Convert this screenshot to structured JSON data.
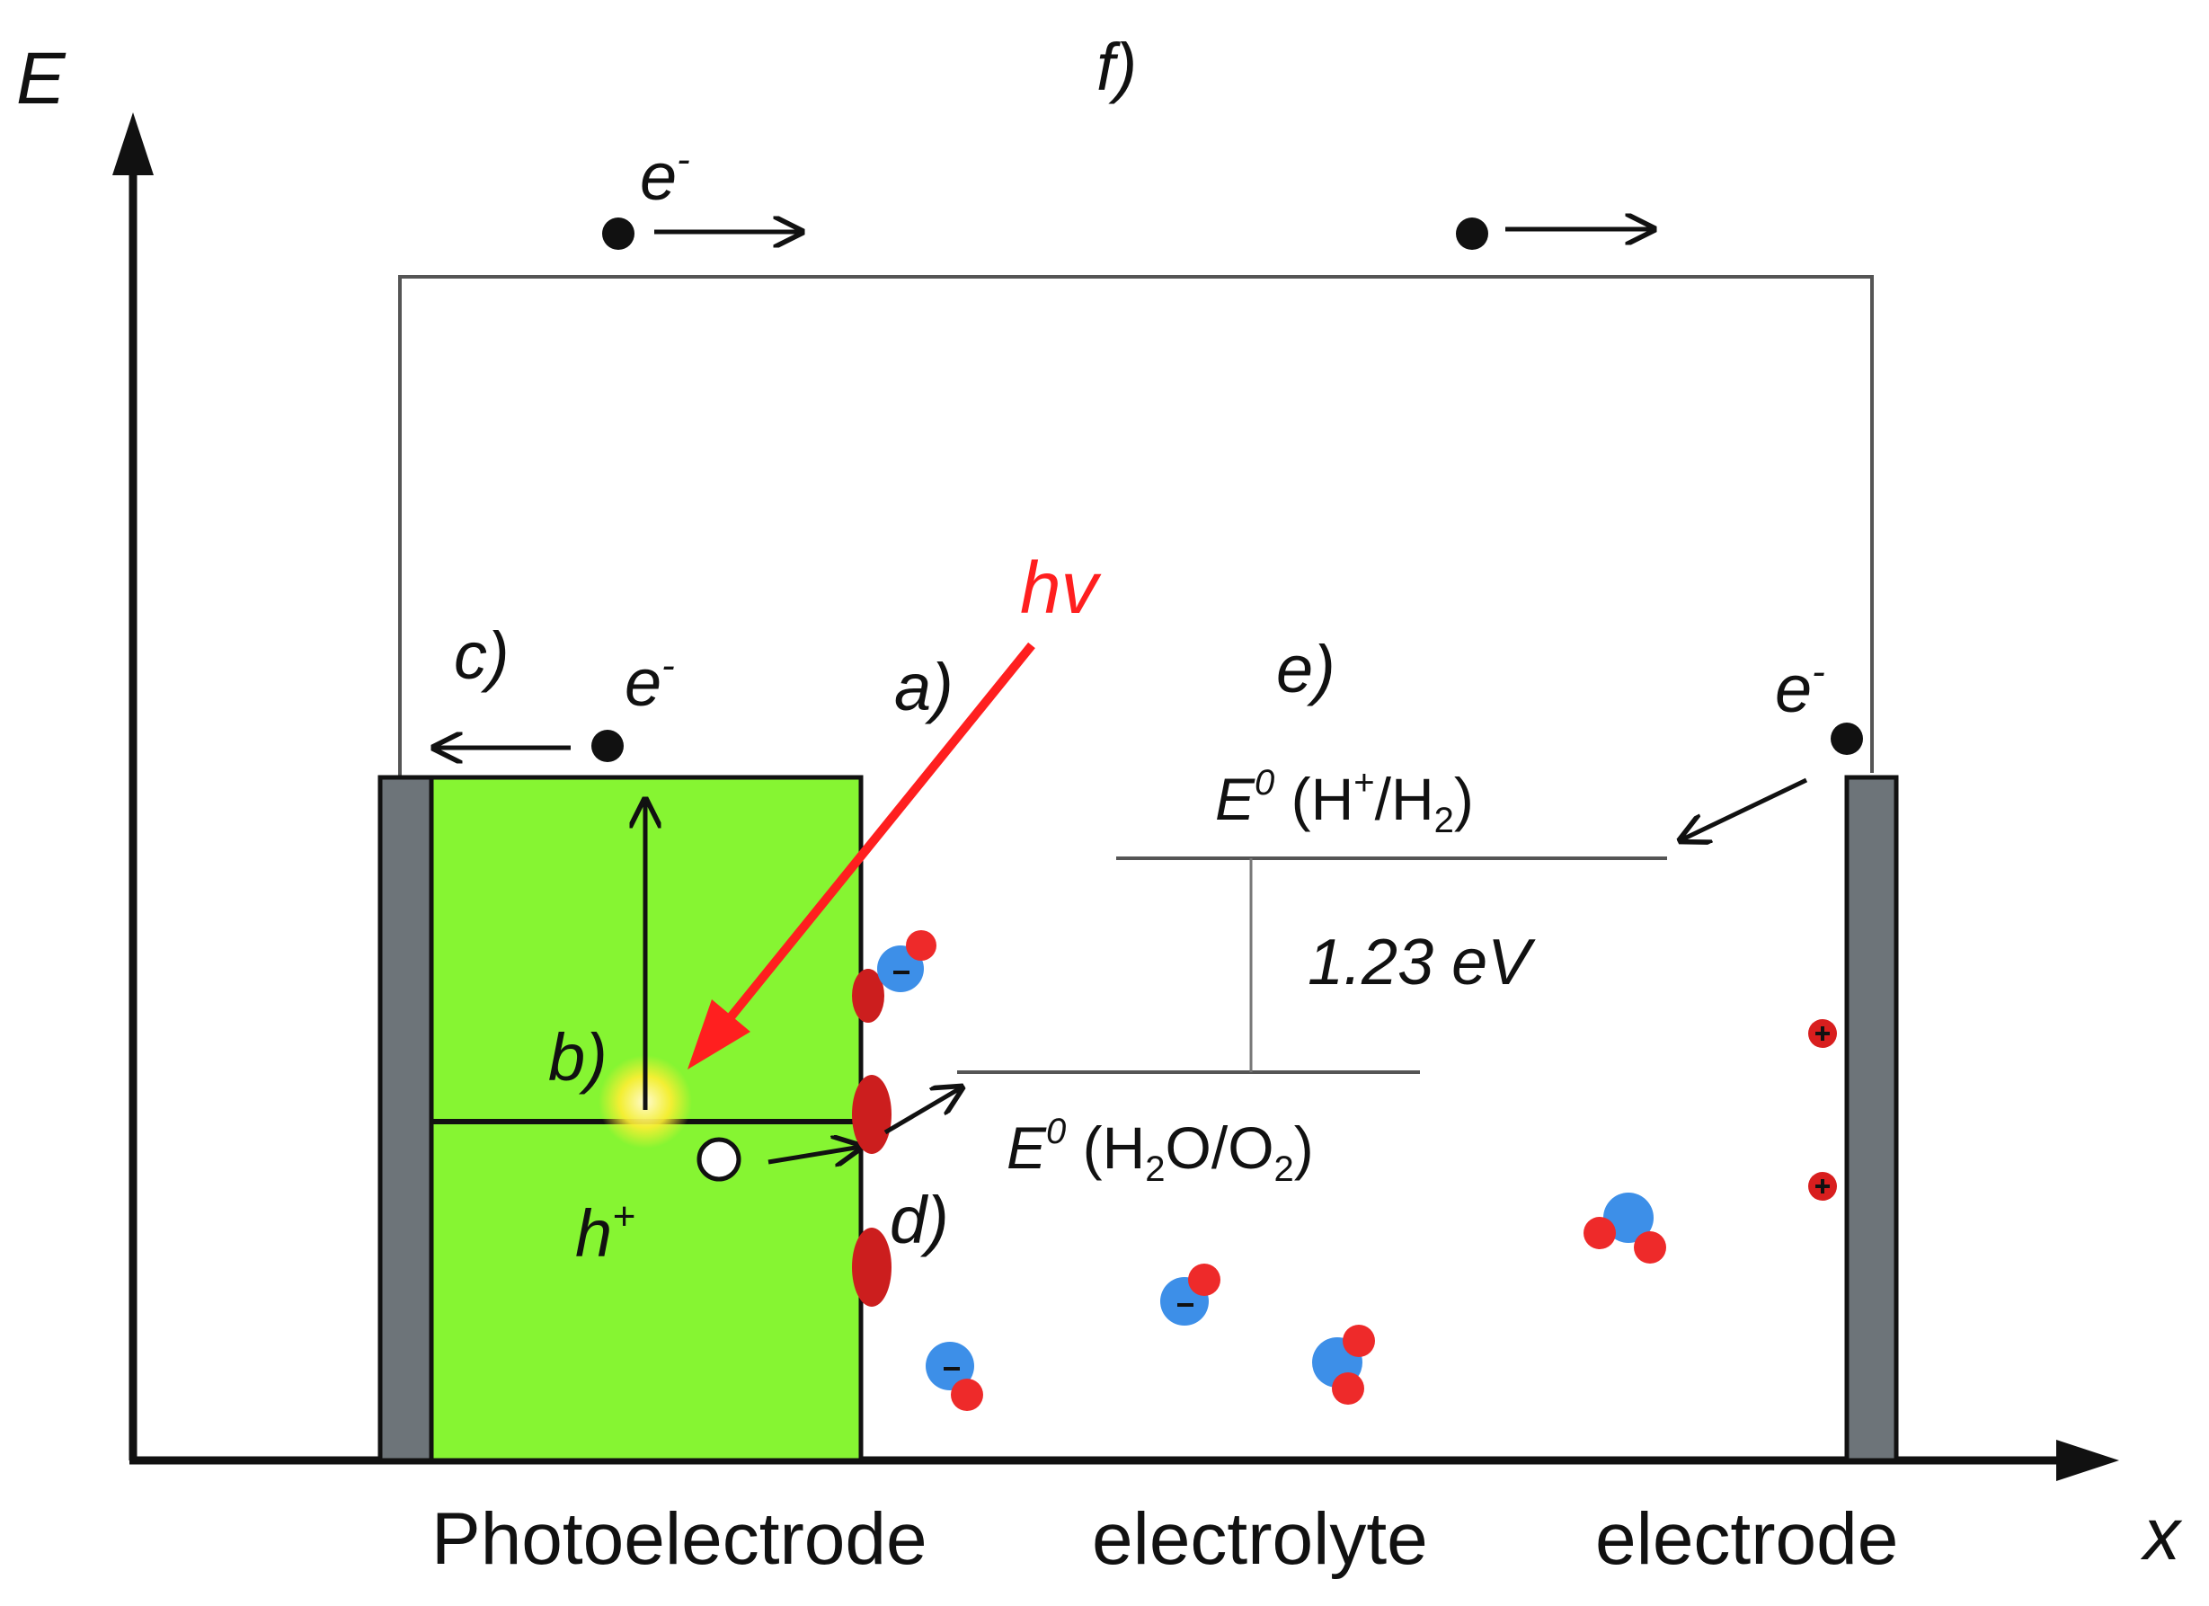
{
  "axes": {
    "y_label": "E",
    "x_label": "x"
  },
  "steps": {
    "a": "a)",
    "b": "b)",
    "c": "c)",
    "d": "d)",
    "e": "e)",
    "f": "f)"
  },
  "carriers": {
    "electron": "e",
    "electron_sup": "-",
    "hole": "h",
    "hole_sup": "+"
  },
  "light": {
    "label": "hv"
  },
  "levels": {
    "upper": {
      "prefix": "E",
      "prefix_sup": "0",
      "open": " (H",
      "sup": "+",
      "mid": "/H",
      "sub": "2",
      "close": ")"
    },
    "lower": {
      "prefix": "E",
      "prefix_sup": "0",
      "open": " (H",
      "sub1": "2",
      "mid": "O/O",
      "sub2": "2",
      "close": ")"
    },
    "gap": "1.23 eV"
  },
  "regions": {
    "photoelectrode": "Photoelectrode",
    "electrolyte": "electrolyte",
    "electrode": "electrode"
  },
  "colors": {
    "semiconductor": "#86f532",
    "contact": "#6d7479",
    "light": "#ff1f1f",
    "water_oxygen": "#3d8fe8",
    "water_hydrogen": "#ee2a2a",
    "electrode_charge": "#d81e1e",
    "wire": "#555555"
  }
}
